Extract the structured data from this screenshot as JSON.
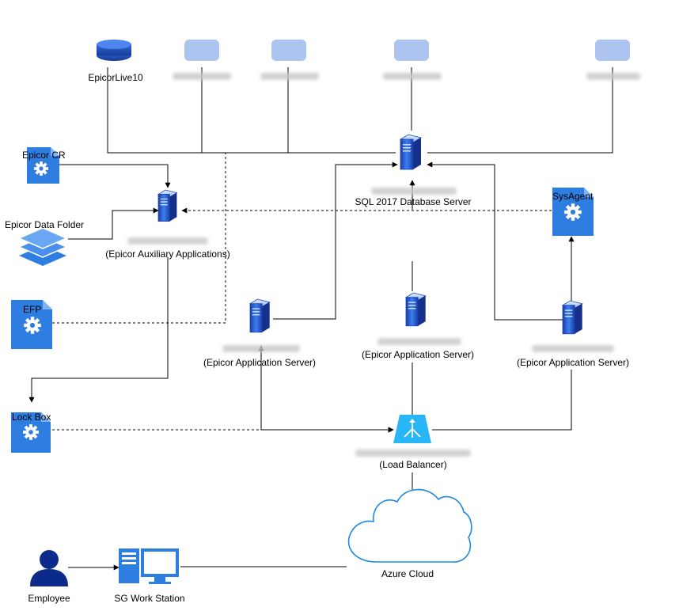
{
  "databases": [
    {
      "label": "EpicorLive10",
      "redacted": false
    },
    {
      "label": "",
      "redacted": true
    },
    {
      "label": "",
      "redacted": true
    },
    {
      "label": "",
      "redacted": true
    },
    {
      "label": "",
      "redacted": true
    }
  ],
  "db_server": {
    "name_redacted": true,
    "label": "SQL 2017 Database Server"
  },
  "aux_server": {
    "name_redacted": true,
    "label": "(Epicor Auxiliary Applications)"
  },
  "app_servers": [
    {
      "name_redacted": true,
      "label": "(Epicor Application Server)"
    },
    {
      "name_redacted": true,
      "label": "(Epicor Application Server)"
    },
    {
      "name_redacted": true,
      "label": "(Epicor Application Server)"
    }
  ],
  "load_balancer": {
    "name_redacted": true,
    "label": "(Load Balancer)"
  },
  "services": {
    "epicor_cr": "Epicor CR",
    "data_folder": "Epicor Data Folder",
    "efp": "EFP",
    "lock_box": "Lock Box",
    "sysagent": "SysAgent"
  },
  "cloud": {
    "label": "Azure Cloud"
  },
  "workstation": {
    "label": "SG Work Station"
  },
  "employee": {
    "label": "Employee"
  },
  "colors": {
    "service_blue": "#2e7de1",
    "navy": "#0b2a8a",
    "cloud_stroke": "#1e88e5",
    "lb_cyan": "#29b6f6"
  }
}
